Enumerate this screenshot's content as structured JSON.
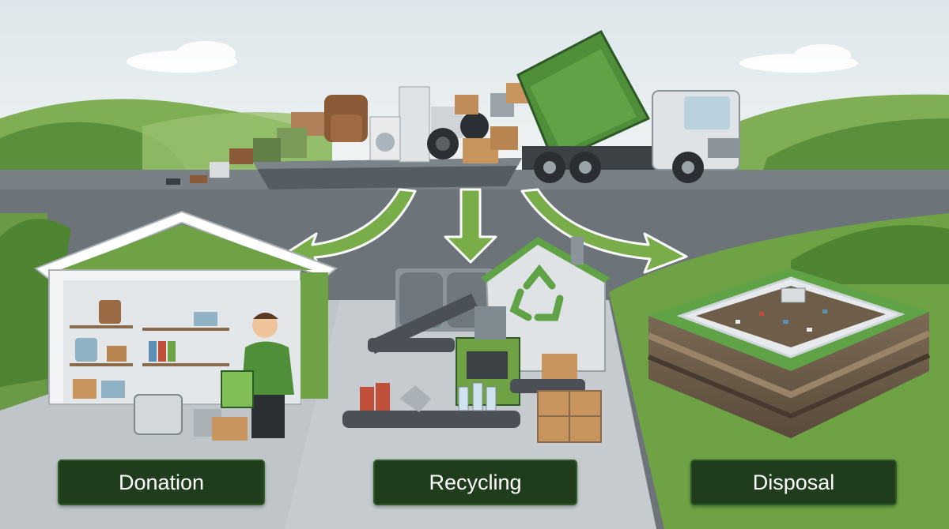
{
  "labels": {
    "donation": "Donation",
    "recycling": "Recycling",
    "disposal": "Disposal"
  },
  "colors": {
    "accent_green": "#5f9a3a",
    "dark_green": "#2d5a27",
    "label_bg": "#1f3d1c",
    "road": "#6d7479",
    "sky": "#e4ebee"
  },
  "icons": {
    "truck": "dump-truck-icon",
    "recycle": "recycle-symbol-icon"
  }
}
